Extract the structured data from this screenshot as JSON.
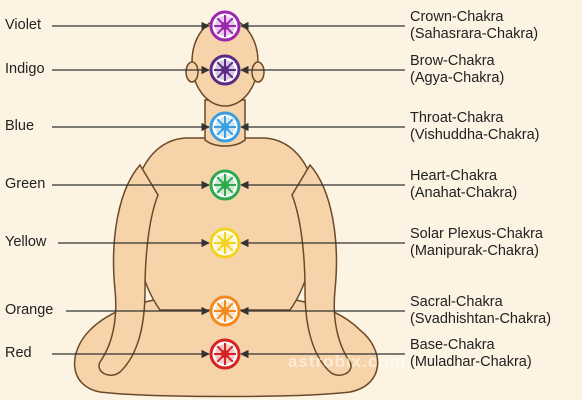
{
  "colors": [
    "Violet",
    "Indigo",
    "Blue",
    "Green",
    "Yellow",
    "Orange",
    "Red"
  ],
  "chakras": [
    {
      "name": "Crown-Chakra",
      "sanskrit": "(Sahasrara-Chakra)",
      "hex": "#9c27b0"
    },
    {
      "name": "Brow-Chakra",
      "sanskrit": "(Agya-Chakra)",
      "hex": "#5b2a86"
    },
    {
      "name": "Throat-Chakra",
      "sanskrit": "(Vishuddha-Chakra)",
      "hex": "#3a9ee0"
    },
    {
      "name": "Heart-Chakra",
      "sanskrit": "(Anahat-Chakra)",
      "hex": "#2fa84f"
    },
    {
      "name": "Solar Plexus-Chakra",
      "sanskrit": "(Manipurak-Chakra)",
      "hex": "#f2d21e"
    },
    {
      "name": "Sacral-Chakra",
      "sanskrit": "(Svadhishtan-Chakra)",
      "hex": "#f28a1e"
    },
    {
      "name": "Base-Chakra",
      "sanskrit": "(Muladhar-Chakra)",
      "hex": "#d62222"
    }
  ],
  "watermark": "astrobix.com",
  "palette": {
    "background": "#fcf3e2",
    "skin": "#f6d3a8",
    "outline": "#6b4a2a"
  }
}
